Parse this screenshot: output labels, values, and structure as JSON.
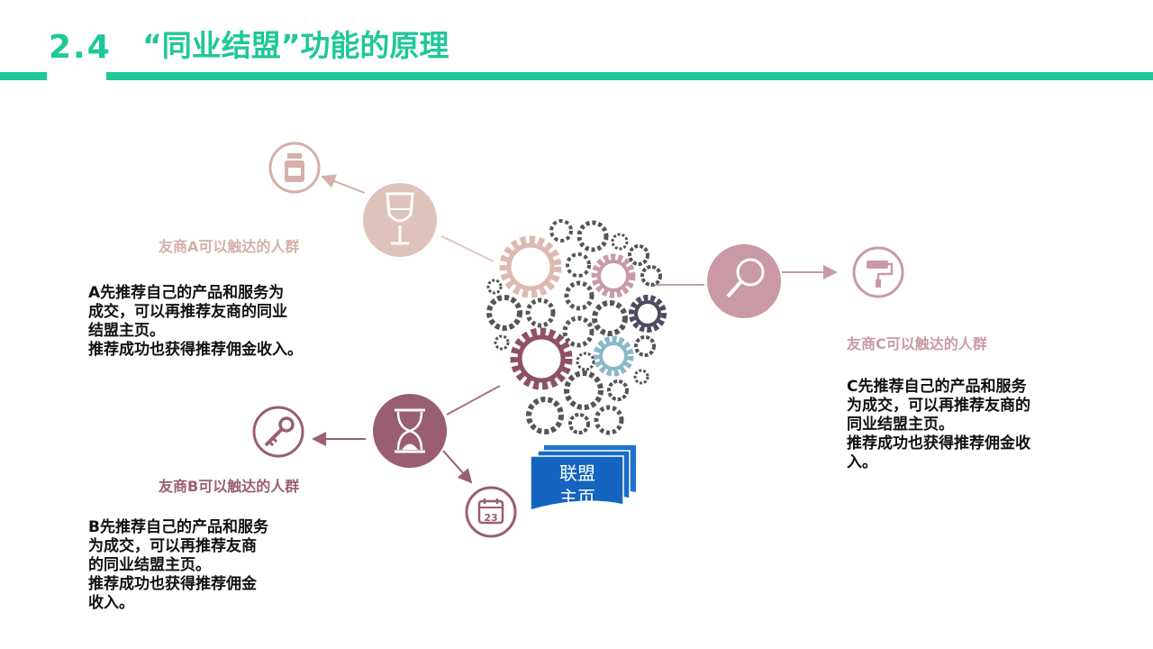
{
  "header": {
    "section_number": "2.4",
    "title": "“同业结盟”功能的原理"
  },
  "colors": {
    "accent": "#1ec898",
    "partner_a": "#d4b0a8",
    "partner_b": "#9a5e72",
    "partner_c": "#c99aa6",
    "homepage_blue": "#1565c0"
  },
  "partners": {
    "a": {
      "reach_label": "友商A可以触达的人群",
      "description": "A先推荐自己的产品和服务为\n成交，可以再推荐友商的同业\n结盟主页。\n推荐成功也获得推荐佣金收入。",
      "icons": [
        "wine-glass-icon",
        "bottle-icon"
      ]
    },
    "b": {
      "reach_label": "友商B可以触达的人群",
      "description": "B先推荐自己的产品和服务\n为成交，可以再推荐友商\n的同业结盟主页。\n推荐成功也获得推荐佣金\n收入。",
      "icons": [
        "hourglass-icon",
        "key-icon",
        "calendar-icon"
      ],
      "calendar_day": "23"
    },
    "c": {
      "reach_label": "友商C可以触达的人群",
      "description": "C先推荐自己的产品和服务\n为成交，可以再推荐友商的\n同业结盟主页。\n推荐成功也获得推荐佣金收\n入。",
      "icons": [
        "magnifier-icon",
        "paint-roller-icon"
      ]
    }
  },
  "center": {
    "icon": "gears-lightbulb-icon",
    "homepage_label": "联盟\n主页"
  }
}
